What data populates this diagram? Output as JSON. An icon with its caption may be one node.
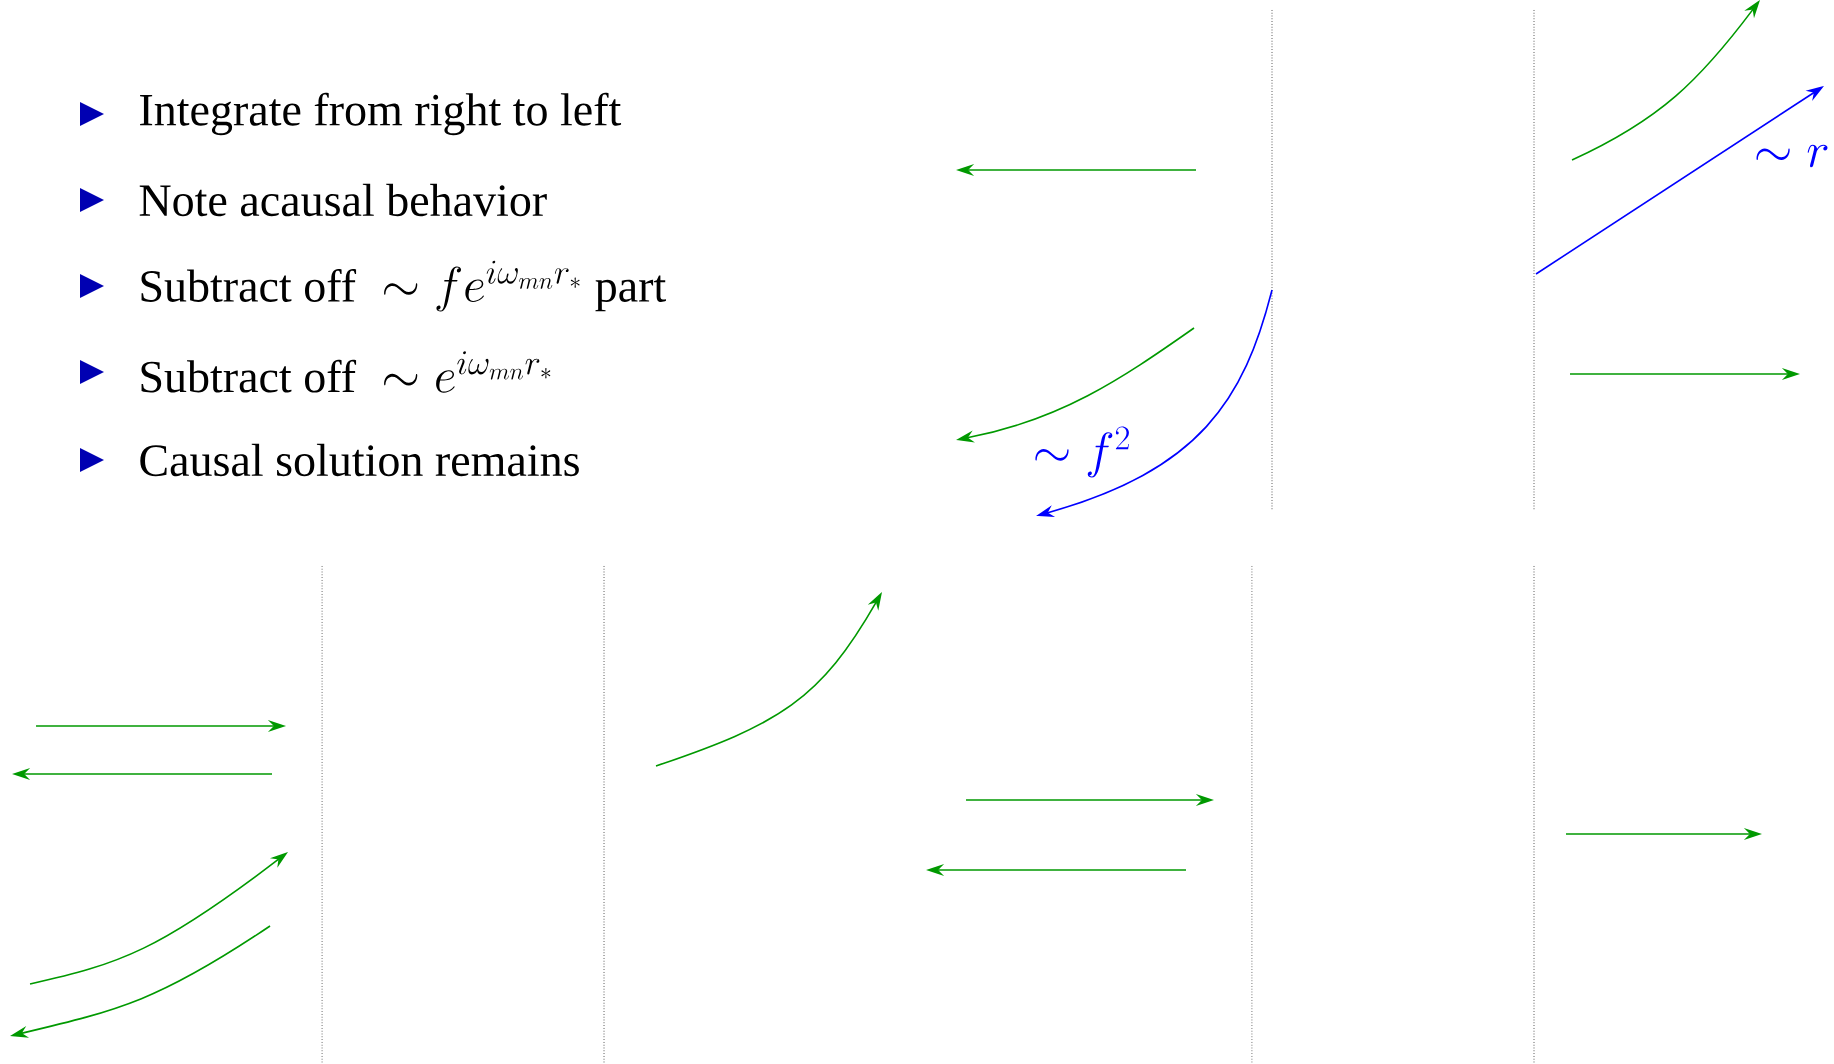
{
  "diagram": {
    "labels": [
      "Integrate from right to left",
      "Note acausal behavior",
      "\\text{Subtract off }\\sim fe^{i\\omega_{mn}r_*}\\text{ part}",
      "\\text{Subtract off }\\sim e^{i\\omega_{mn}r_*}",
      "Causal solution remains",
      "\\sim f^2",
      "\\sim r"
    ]
  }
}
